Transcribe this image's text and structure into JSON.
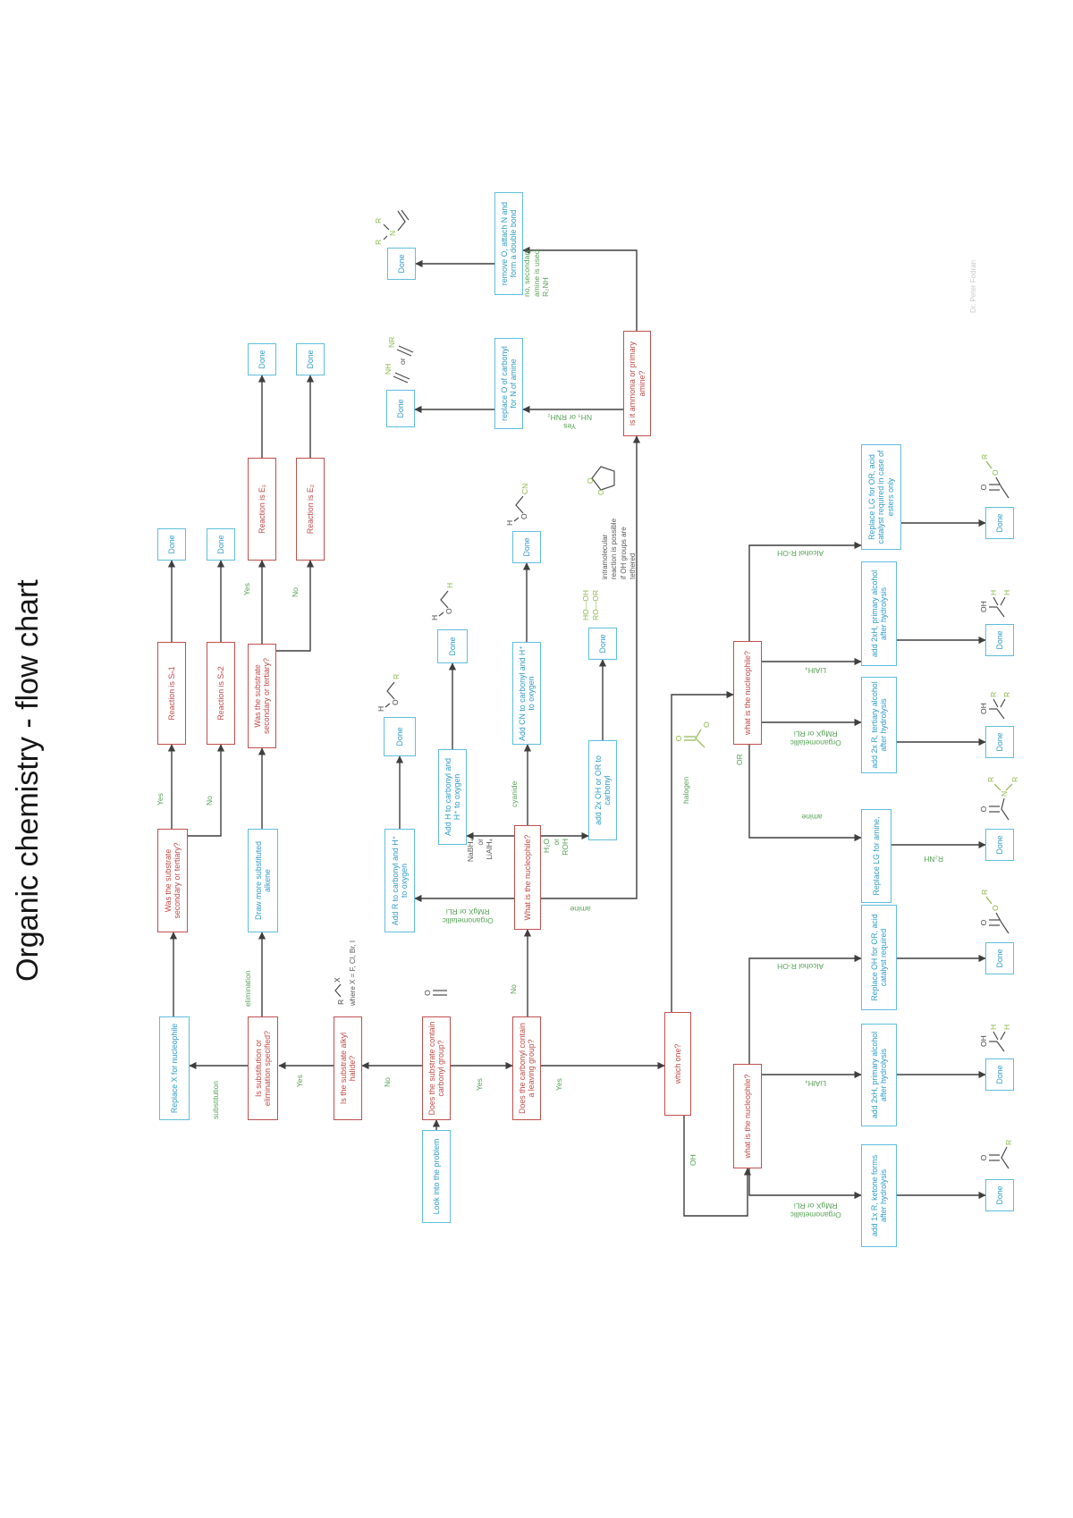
{
  "title": "Organic chemistry - flow chart",
  "credit": "Dr. Peter Fodran",
  "colors": {
    "blue_border": "#5fbede",
    "blue_text": "#2e9cc8",
    "red": "#c0504d",
    "green_label": "#55a155",
    "green_atom": "#8db84d",
    "arrow": "#3f3f3f",
    "note": "#595959"
  },
  "nodes": {
    "done": {
      "label": "Done"
    },
    "look_into": {
      "label": "Look into the problem"
    },
    "carbonyl_q": {
      "label": "Does the substrate contain carbonyl group?"
    },
    "alkyl_q": {
      "label": "Is the substrate alkyl halide?"
    },
    "subst_elim_q": {
      "label": "Is substitution or elimination specified?"
    },
    "replace_x": {
      "label": "Replace X for nucleophile"
    },
    "was_sub1": {
      "label": "Was the substrate secondary or tertiary?"
    },
    "was_sub2": {
      "label": "Was the substrate secondary or tertiary?"
    },
    "sn1": {
      "label": "Reaction is Sₙ1"
    },
    "sn2": {
      "label": "Reaction is Sₙ2"
    },
    "e1": {
      "label": "Reaction is E₁"
    },
    "e2": {
      "label": "Reaction is E₂"
    },
    "draw_more": {
      "label": "Draw more substituted alkene"
    },
    "leaving_q": {
      "label": "Does the carbonyl contain a leaving group?"
    },
    "nuc_mid": {
      "label": "What is the nucleophile?"
    },
    "add_r": {
      "label": "Add R to carbonyl and H⁺ to oxygen"
    },
    "add_h": {
      "label": "Add H to carbonyl and H⁺ to oxygen"
    },
    "add_cn": {
      "label": "Add CN to carbonyl and H⁺ to oxygen"
    },
    "add_2xoh": {
      "label": "add 2x OH or OR to carbonyl"
    },
    "ammonia_q": {
      "label": "is it ammonia or primary amine?"
    },
    "replace_o": {
      "label": "replace O of carbonyl for N of amine"
    },
    "remove_o": {
      "label": "remove O, attach N and form a double bond"
    },
    "which_one": {
      "label": "which one?"
    },
    "nuc_upper": {
      "label": "what is the nucleophile?"
    },
    "nuc_lower": {
      "label": "what is the nucleophile?"
    },
    "replace_lg_or": {
      "label": "Replace LG for OR, acid catalyst required in case of esters only"
    },
    "add_2xh_u": {
      "label": "add 2xH, primary alcohol after hydrolysis"
    },
    "add_2xr": {
      "label": "add 2x R, tertiary alcohol after hydrolysis"
    },
    "replace_lg_amine": {
      "label": "Replace LG for amine,"
    },
    "replace_oh_or": {
      "label": "Replace OH for OR, acid catalyst required"
    },
    "add_2xh_l": {
      "label": "add 2xH, primary alcohol after hydrolysis"
    },
    "add_1xr": {
      "label": "add 1x R, ketone forms after hydrolysis"
    }
  },
  "edge_labels": {
    "yes": "Yes",
    "no": "No",
    "substitution": "substitution",
    "elimination": "elimination",
    "cyanide": "cyanide",
    "nabh4": "NaBH₄\nor\nLiAlH₄",
    "h2o": "H₂O\nor\nROH",
    "organometallic": "Organometallic\nRMgX or RLi",
    "amine": "amine",
    "alcohol": "Alcohol R-OH",
    "lialh4": "LiAlH₄",
    "r2nh": "R₂NH",
    "yes_ammonia": "Yes\nNH₃ or RNH₂",
    "no_secondary": "no, secondary\namine is used\nR₂NH",
    "halogen": "halogen",
    "or": "OR",
    "oh": "OH"
  },
  "notes": {
    "rx": "where X = F, Cl, Br, I",
    "intramolecular": "intramolecular\nreaction is possible\nif OH groups are\ntethered",
    "diol": "HO—OH\nRO—OR"
  },
  "atoms": {
    "h": "H",
    "o": "O",
    "oh": "OH",
    "r": "R",
    "n": "N",
    "x": "X",
    "cn": "CN",
    "nh": "NH",
    "nr": "NR",
    "or_word": "or"
  }
}
